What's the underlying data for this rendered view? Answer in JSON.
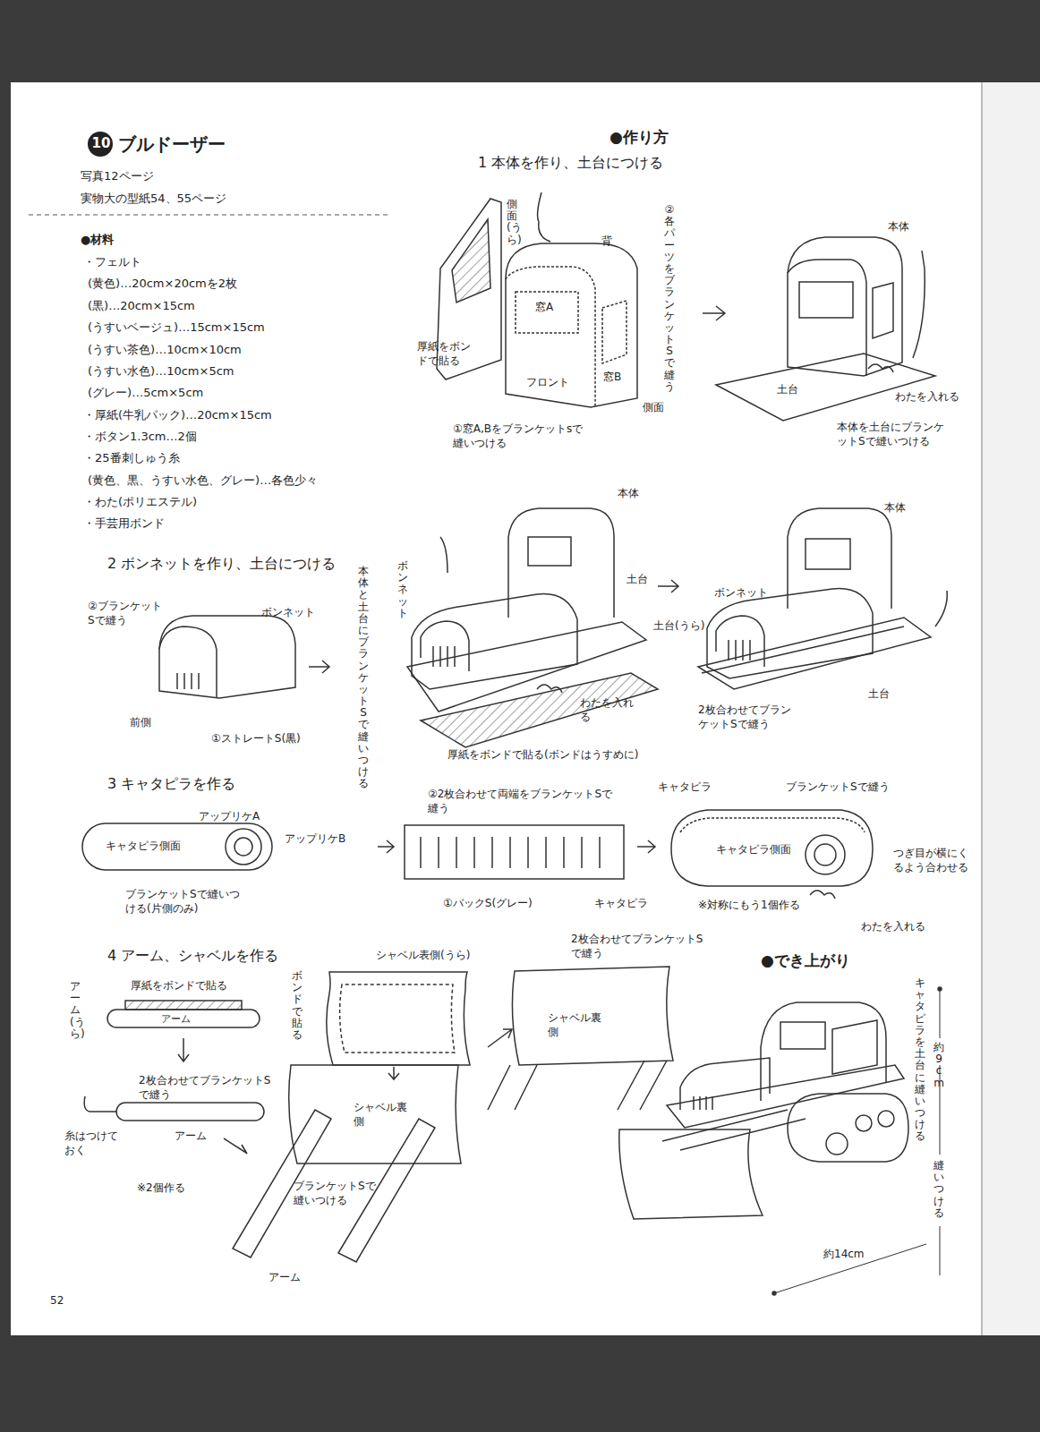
{
  "diagram": {
    "title": "ブルドーザー",
    "labels": [
      "10",
      "写真12ページ",
      "実物大の型紙54、55ページ",
      "●材料",
      "・フェルト",
      "(黄色)…20cm×20cmを2枚",
      "(黒)…20cm×15cm",
      "(うすいベージュ)…15cm×15cm",
      "(うすい茶色)…10cm×10cm",
      "(うすい水色)…10cm×5cm",
      "(グレー)…5cm×5cm",
      "・厚紙(牛乳パック)…20cm×15cm",
      "・ボタン1.3cm…2個",
      "・25番刺しゅう糸",
      "(黄色、黒、うすい水色、グレー)…各色少々",
      "・わた(ポリエステル)",
      "・手芸用ボンド",
      "●作り方",
      "1 本体を作り、土台につける",
      "側面(うら)",
      "背",
      "②各パーツをブランケットSで縫う",
      "窓A",
      "厚紙をボンドで貼る",
      "フロント",
      "窓B",
      "側面",
      "①窓A,Bをブランケットsで縫いつける",
      "本体",
      "土台",
      "わたを入れる",
      "本体を土台にブランケットSで縫いつける",
      "2 ボンネットを作り、土台につける",
      "②ブランケットSで縫う",
      "ボンネット",
      "前側",
      "①ストレートS(黒)",
      "本体と土台にブランケットSで縫いつける",
      "ボンネット",
      "本体",
      "土台",
      "土台(うら)",
      "わたを入れる",
      "厚紙をボンドで貼る(ボンドはうすめに)",
      "本体",
      "ボンネット",
      "土台",
      "2枚合わせてブランケットSで縫う",
      "3 キャタピラを作る",
      "アップリケA",
      "アップリケB",
      "キャタピラ側面",
      "ブランケットSで縫いつける(片側のみ)",
      "②2枚合わせて両端をブランケットSで縫う",
      "①バックS(グレー)",
      "キャタピラ",
      "キャタピラ",
      "ブランケットSで縫う",
      "キャタピラ側面",
      "つぎ目が横にくるよう合わせる",
      "※対称にもう1個作る",
      "わたを入れる",
      "4 アーム、シャベルを作る",
      "アーム(うら)",
      "厚紙をボンドで貼る",
      "アーム",
      "2枚合わせてブランケットSで縫う",
      "糸はつけておく",
      "アーム",
      "※2個作る",
      "ボンドで貼る",
      "シャベル表側(うら)",
      "シャベル裏側",
      "ブランケットSで縫いつける",
      "アーム",
      "2枚合わせてブランケットSで縫う",
      "シャベル裏側",
      "●でき上がり",
      "キャタピラを土台に縫いつける",
      "約9cm",
      "縫いつける",
      "約14cm",
      "52"
    ]
  }
}
